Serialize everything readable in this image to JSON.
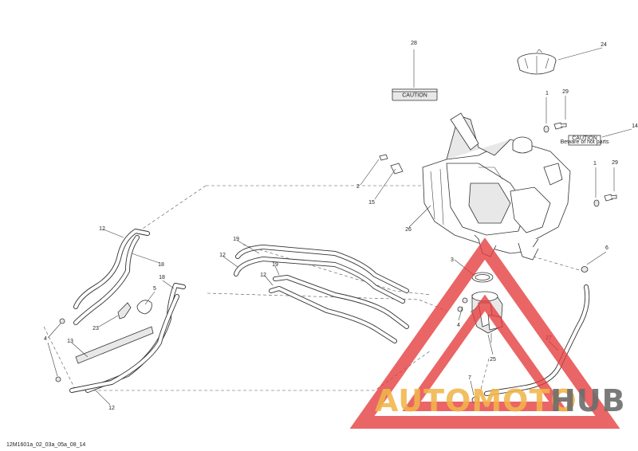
{
  "drawing_code": "12M1601a_02_03a_05a_08_14",
  "callouts": {
    "c28": "28",
    "c24": "24",
    "c29a": "29",
    "c1a": "1",
    "c14": "14",
    "c1b": "1",
    "c29b": "29",
    "c2": "2",
    "c15": "15",
    "c26": "26",
    "c6": "6",
    "c3": "3",
    "c4a": "4",
    "c27": "27",
    "c25": "25",
    "c7": "7",
    "c12a": "12",
    "c18a": "18",
    "c19a": "19",
    "c12b": "12",
    "c19b": "19",
    "c12c": "12",
    "c5": "5",
    "c18b": "18",
    "c23": "23",
    "c4b": "4",
    "c13": "13",
    "c12d": "12"
  },
  "labels": {
    "caution_plate": "CAUTION",
    "warning_label_title": "CAUTION",
    "warning_label_text": "Beware of hot parts"
  },
  "watermark": {
    "brand_left": "AUTOMOTO",
    "brand_right": "HUB",
    "color_red": "#e53b3b",
    "color_orange": "#f0b54a",
    "color_gray": "#6b6b6b"
  }
}
